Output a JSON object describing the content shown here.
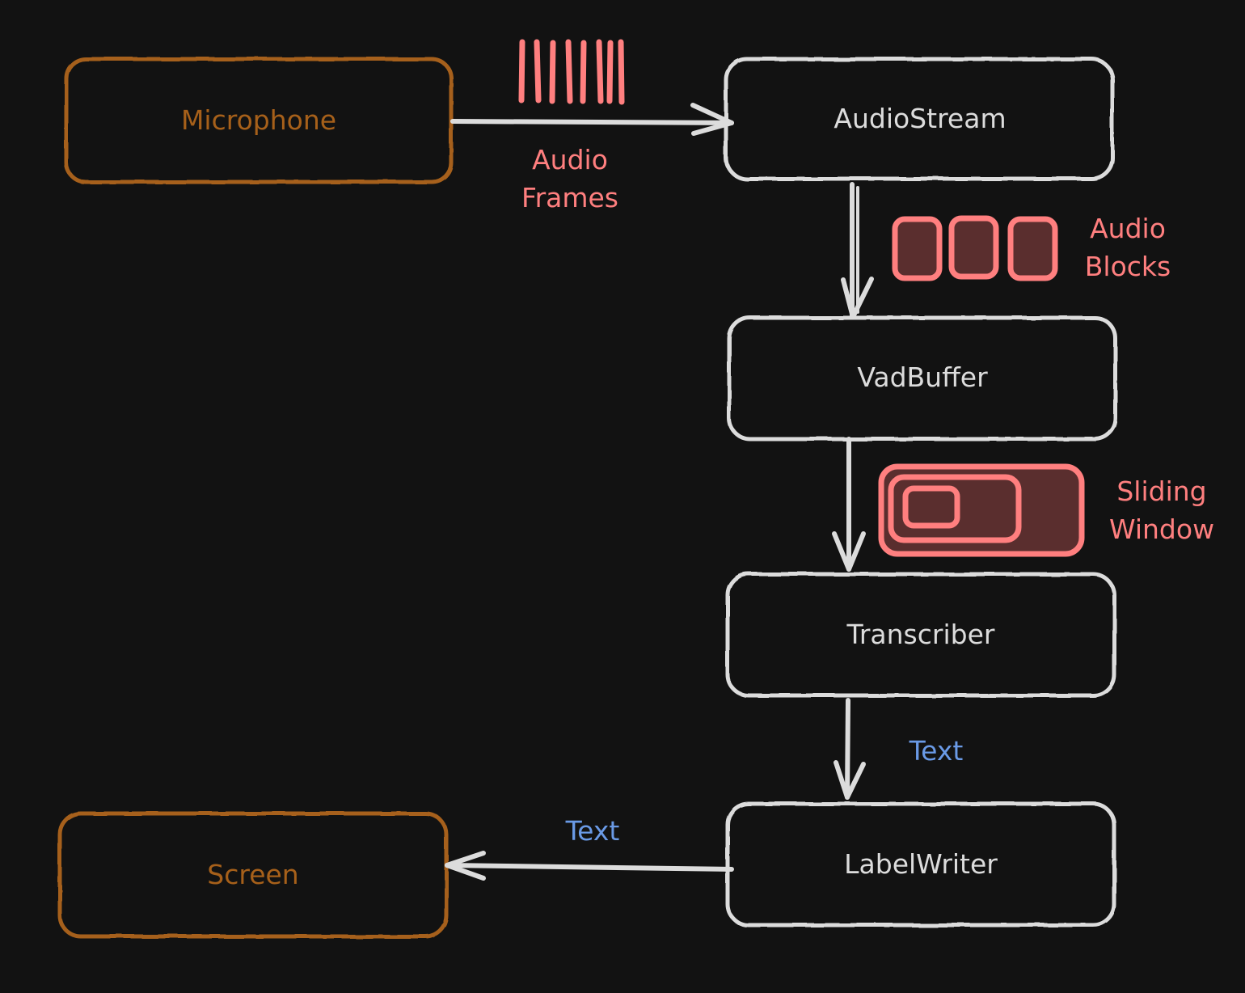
{
  "colors": {
    "background": "#121212",
    "component": "#dcdcdc",
    "endpoint": "#a6601a",
    "audio": "#ff7f7f",
    "audio_fill": "#5a2e2e",
    "text_flow": "#6a9ae6"
  },
  "nodes": {
    "microphone": "Microphone",
    "audio_stream": "AudioStream",
    "vad_buffer": "VadBuffer",
    "transcriber": "Transcriber",
    "label_writer": "LabelWriter",
    "screen": "Screen"
  },
  "annotations": {
    "audio_frames": [
      "Audio",
      "Frames"
    ],
    "audio_blocks": [
      "Audio",
      "Blocks"
    ],
    "sliding_window": [
      "Sliding",
      "Window"
    ],
    "text_down": "Text",
    "text_left": "Text"
  },
  "icons": {
    "frames": "audio-frames-icon",
    "blocks": "audio-blocks-icon",
    "window": "sliding-window-icon"
  }
}
